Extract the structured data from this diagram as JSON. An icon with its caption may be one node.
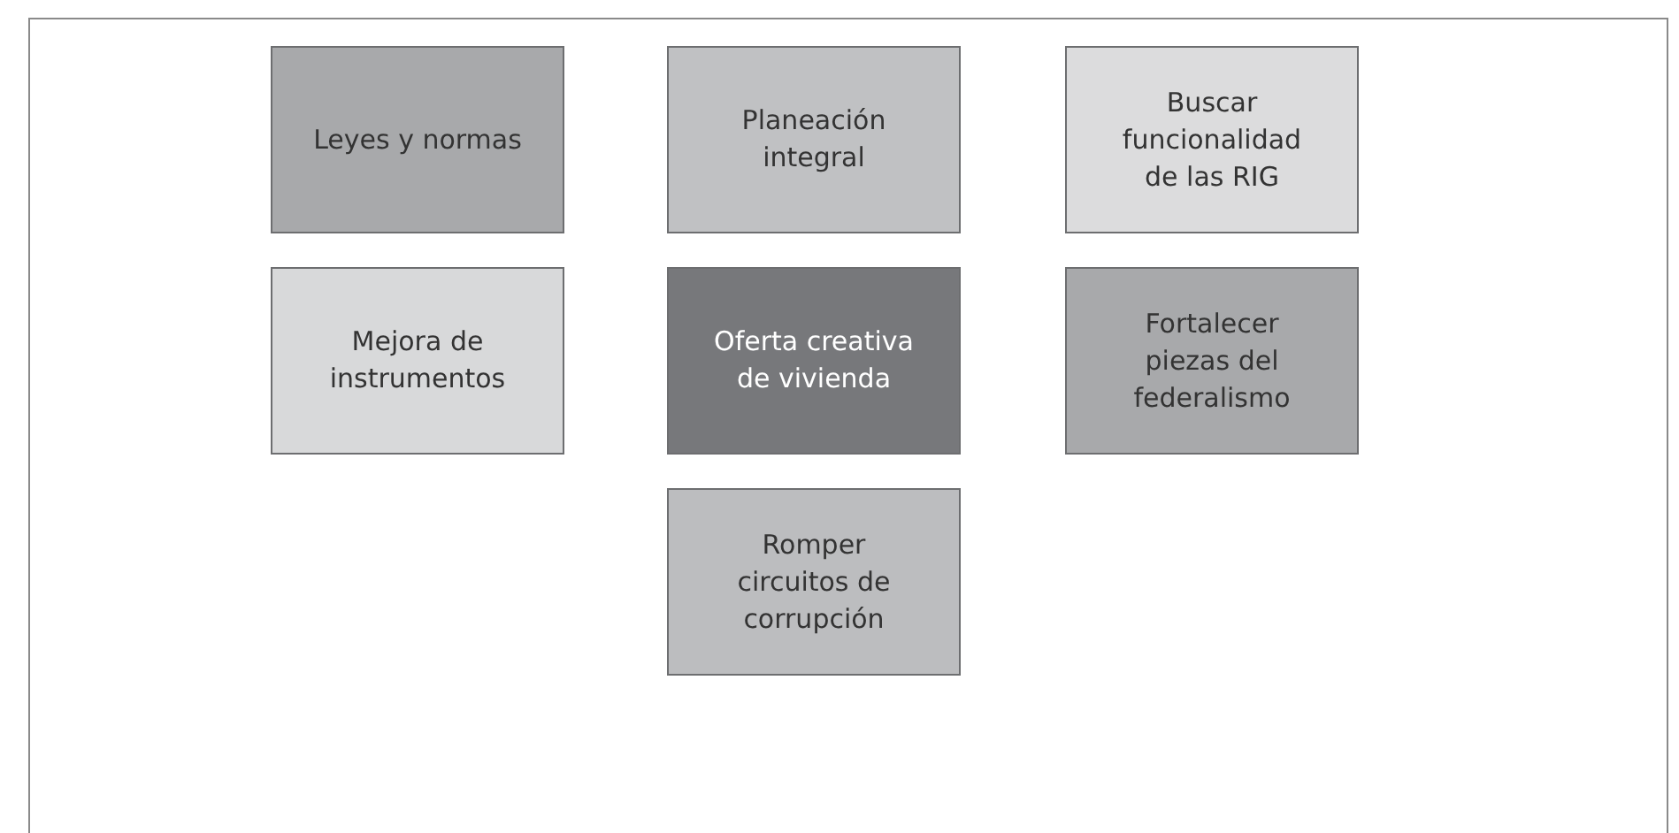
{
  "diagram": {
    "nodes": [
      {
        "text": [
          "Leyes y normas"
        ]
      },
      {
        "text": [
          "Planeación integral"
        ]
      },
      {
        "text": [
          "Buscar funcionalidad de las RIG"
        ]
      },
      {
        "text": [
          "Mejora de instrumentos"
        ]
      },
      {
        "text": [
          "Oferta creativa de vivienda"
        ]
      },
      {
        "text": [
          "Fortalecer piezas del federalismo"
        ]
      },
      {
        "text": [
          "Romper circuitos de corrupción"
        ]
      }
    ],
    "edges": []
  }
}
